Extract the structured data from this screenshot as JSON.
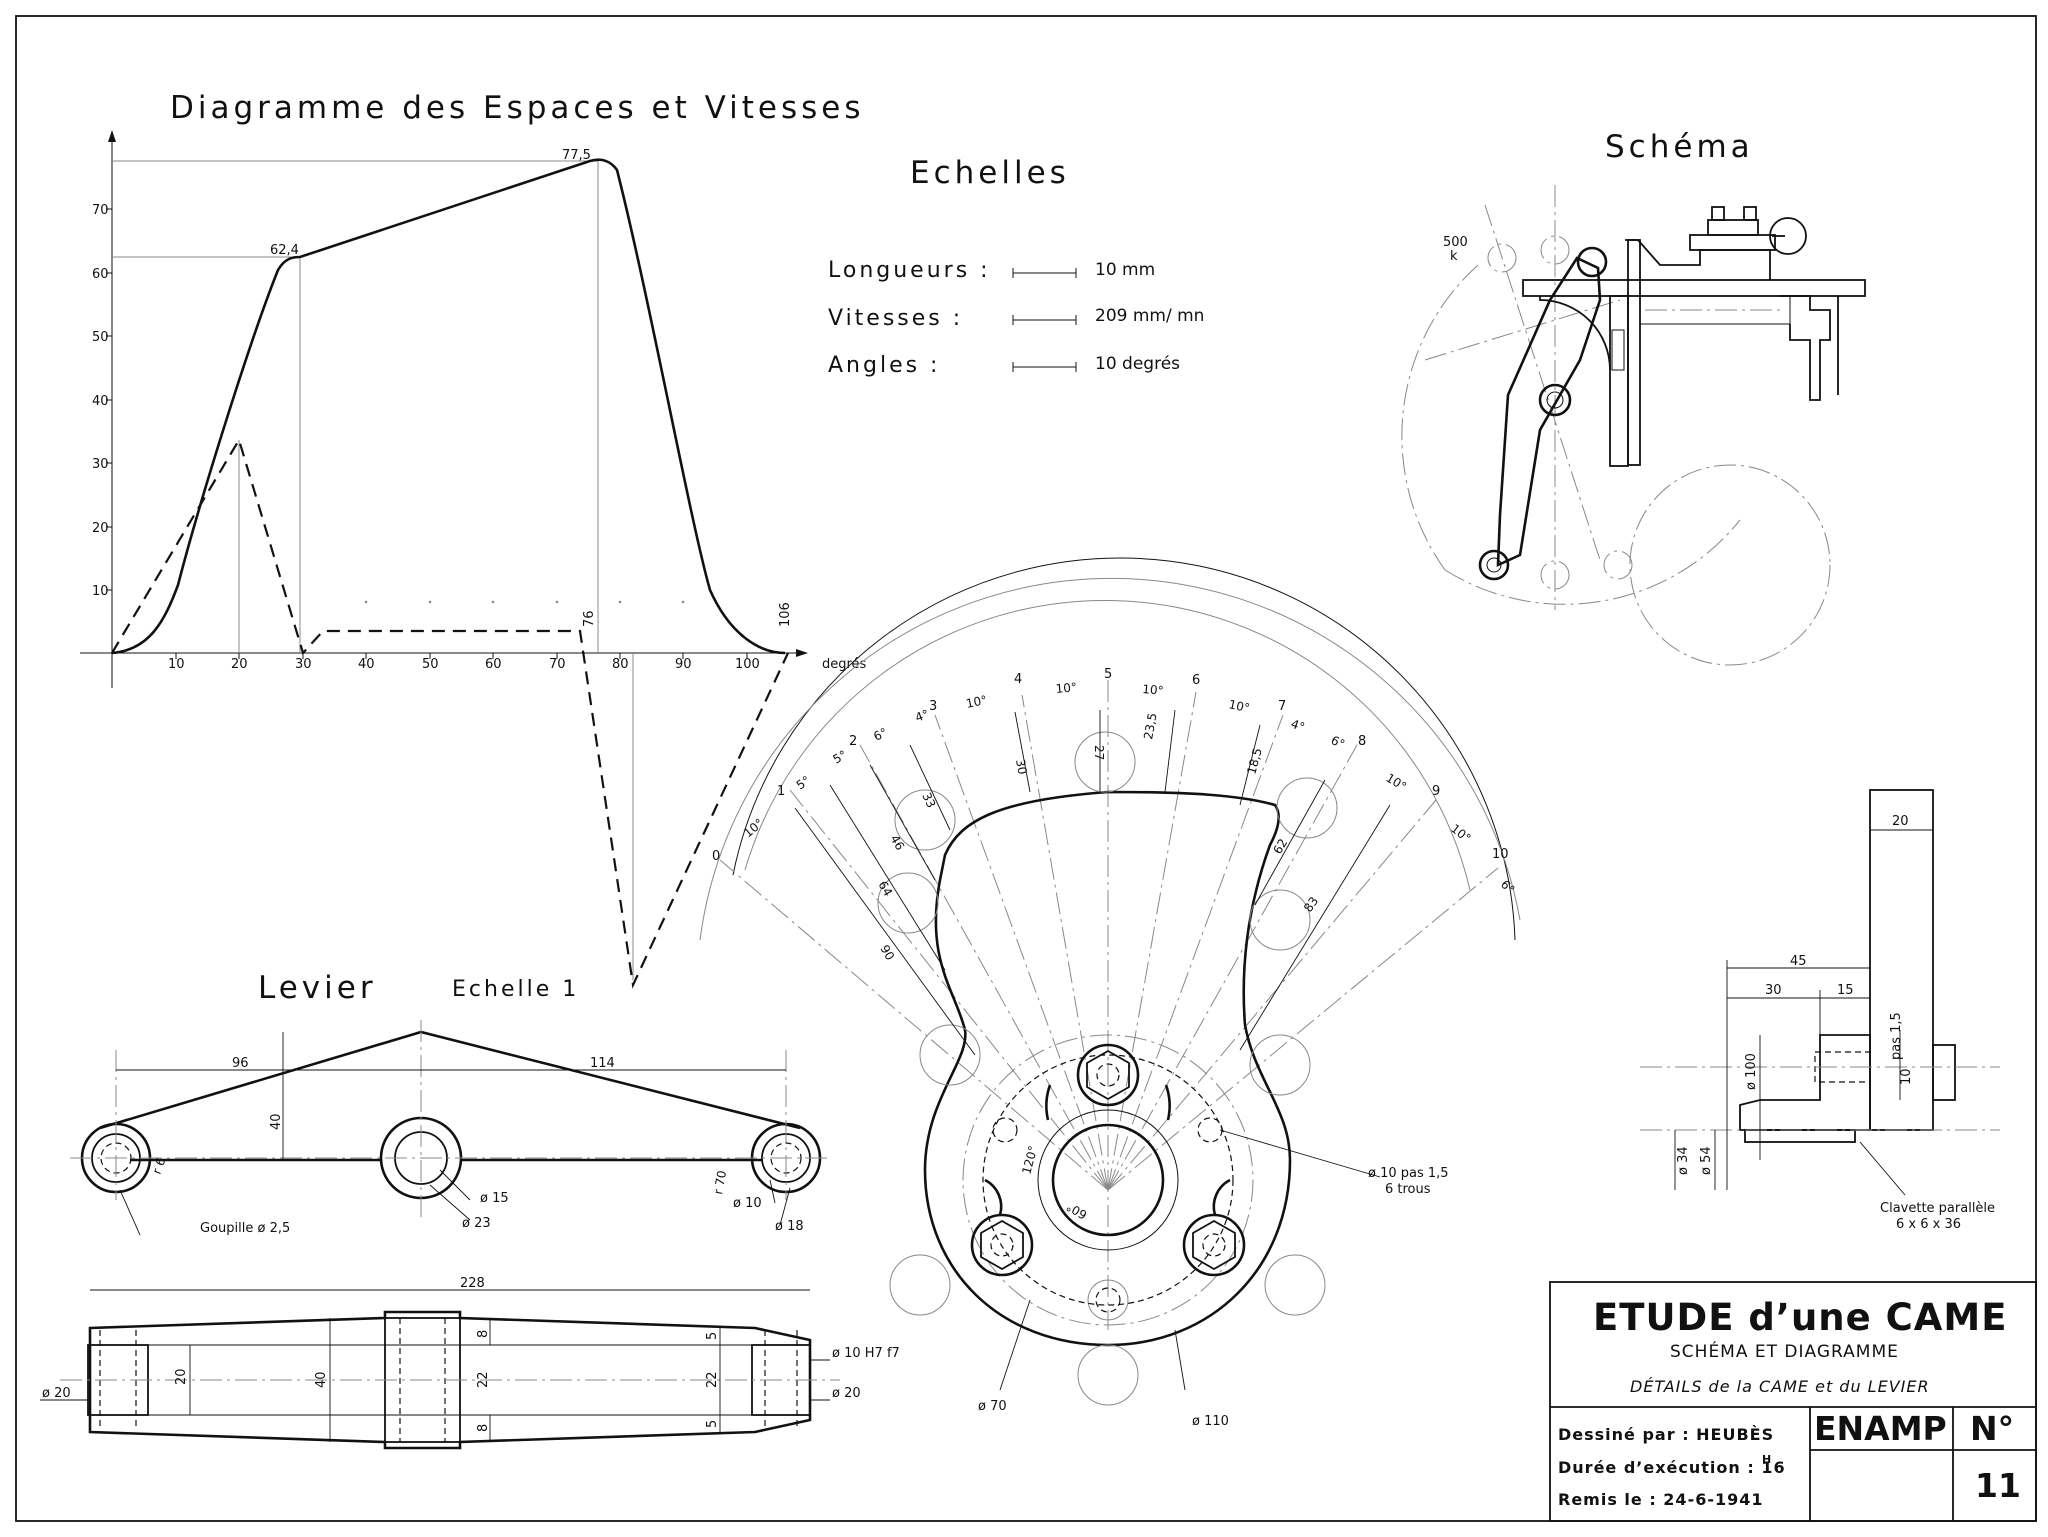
{
  "diagram": {
    "title": "Diagramme des Espaces et Vitesses",
    "x_unit": "degrés",
    "x_ticks": [
      "10",
      "20",
      "30",
      "40",
      "50",
      "60",
      "70",
      "80",
      "90",
      "100"
    ],
    "y_ticks": [
      "10",
      "20",
      "30",
      "40",
      "50",
      "60",
      "70"
    ],
    "annotations": {
      "peak": "77,5",
      "knee": "62,4",
      "end_angle": "106",
      "turn_angle": "76"
    }
  },
  "scales": {
    "title": "Echelles",
    "rows": [
      {
        "label": "Longueurs :",
        "value": "10 mm"
      },
      {
        "label": "Vitesses :",
        "value": "209 mm/ mn"
      },
      {
        "label": "Angles :",
        "value": "10 degrés"
      }
    ]
  },
  "schema": {
    "title": "Schéma",
    "label_500": "500",
    "label_k": "k"
  },
  "cam": {
    "division_labels": [
      "0",
      "1",
      "2",
      "3",
      "4",
      "5",
      "6",
      "7",
      "8",
      "9",
      "10"
    ],
    "angle_labels": [
      "10°",
      "5°",
      "5°",
      "6°",
      "4°",
      "10°",
      "10°",
      "10°",
      "10°",
      "4°",
      "6°",
      "10°",
      "10°",
      "6°"
    ],
    "radius_labels": [
      "90",
      "64",
      "46",
      "33",
      "30",
      "27",
      "23,5",
      "18,5",
      "62",
      "83"
    ],
    "angle_120": "120°",
    "angle_60": "60°",
    "d70": "ø 70",
    "d110": "ø 110",
    "holes": "ø 10 pas 1,5",
    "holes_count": "6 trous"
  },
  "lever": {
    "title": "Levier",
    "scale": "Echelle 1",
    "dims": {
      "d96": "96",
      "d114": "114",
      "d40": "40",
      "r6": "r 6",
      "r70": "r 70",
      "d15": "ø 15",
      "d23": "ø 23",
      "d10": "ø 10",
      "d18": "ø 18",
      "pin": "Goupille ø 2,5"
    }
  },
  "lever_section": {
    "d228": "228",
    "d20": "ø 20",
    "h20": "20",
    "h40": "40",
    "h8a": "8",
    "h8b": "8",
    "h22a": "22",
    "h22b": "22",
    "h5a": "5",
    "h5b": "5",
    "d20b": "ø 20",
    "fit": "ø 10 H7 f7"
  },
  "shaft": {
    "d20": "20",
    "d45": "45",
    "d30": "30",
    "d15": "15",
    "d100": "ø 100",
    "pitch": "pas 1,5",
    "d10": "10",
    "d34": "ø 34",
    "d54": "ø 54",
    "key": "Clavette parallèle",
    "key_size": "6 x 6 x 36"
  },
  "titleblock": {
    "title": "ETUDE d’une CAME",
    "subtitle": "SCHÉMA ET DIAGRAMME",
    "subtitle2": "DÉTAILS de la CAME et du LEVIER",
    "drawn_by": "Dessiné par : HEUBÈS",
    "duration": "Durée d’exécution : 16",
    "duration_sup": "H",
    "submitted": "Remis le : 24-6-1941",
    "school": "ENAMP",
    "number_label": "N°",
    "number": "11"
  }
}
